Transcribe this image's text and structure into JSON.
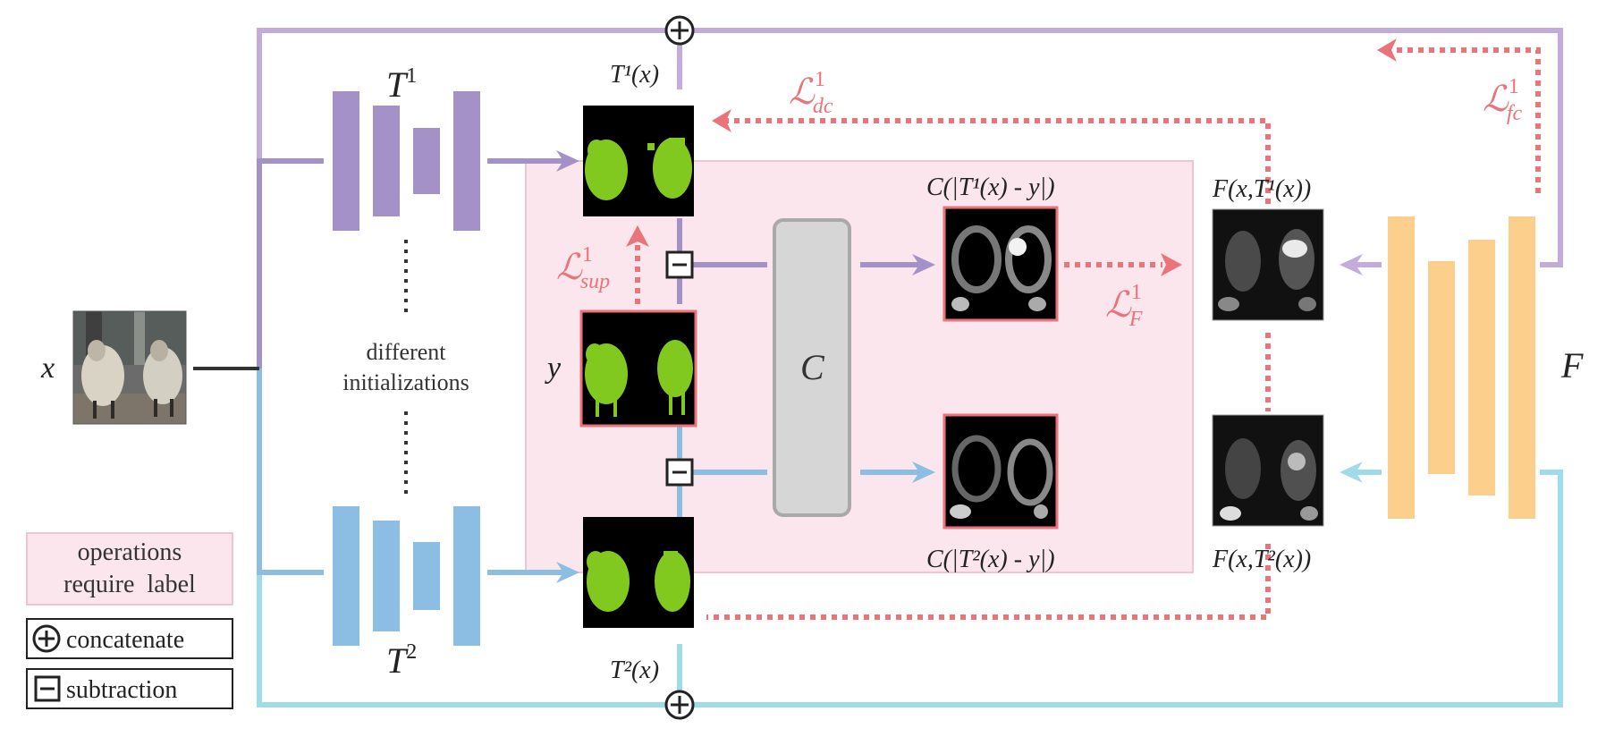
{
  "colors": {
    "purple": "#a391c8",
    "purple_light": "#c3acd9",
    "blue": "#8cbee3",
    "blue_light": "#9edcec",
    "orange": "#fccf8c",
    "red": "#e9747a",
    "pink_box": "#fbe6ed",
    "pink_border": "#f3c4d0",
    "seg_green": "#82c91f",
    "black": "#000000",
    "c_box": "#d6d6d6"
  },
  "labels": {
    "x": "x",
    "y": "y",
    "T1": "T",
    "T1_sup": "1",
    "T2": "T",
    "T2_sup": "2",
    "F": "F",
    "C": "C",
    "T1x": "T¹(x)",
    "T2x": "T²(x)",
    "C_top": "C(|T¹(x) - y|)",
    "C_bottom": "C(|T²(x) - y|)",
    "F_top": "F(x,T¹(x))",
    "F_bottom": "F(x,T²(x))",
    "different": "different",
    "initializations": "initializations"
  },
  "losses": {
    "dc": {
      "main": "ℒ",
      "sup": "1",
      "sub": "dc"
    },
    "fc": {
      "main": "ℒ",
      "sup": "1",
      "sub": "fc"
    },
    "sup": {
      "main": "ℒ",
      "sup": "1",
      "sub": "sup"
    },
    "F": {
      "main": "ℒ",
      "sup": "1",
      "sub": "F"
    }
  },
  "legend": {
    "label_box_line1": "operations",
    "label_box_line2": "require  label",
    "concatenate": "concatenate",
    "subtraction": "subtraction",
    "concat_icon": "circle-plus-icon",
    "subtract_icon": "square-minus-icon"
  }
}
